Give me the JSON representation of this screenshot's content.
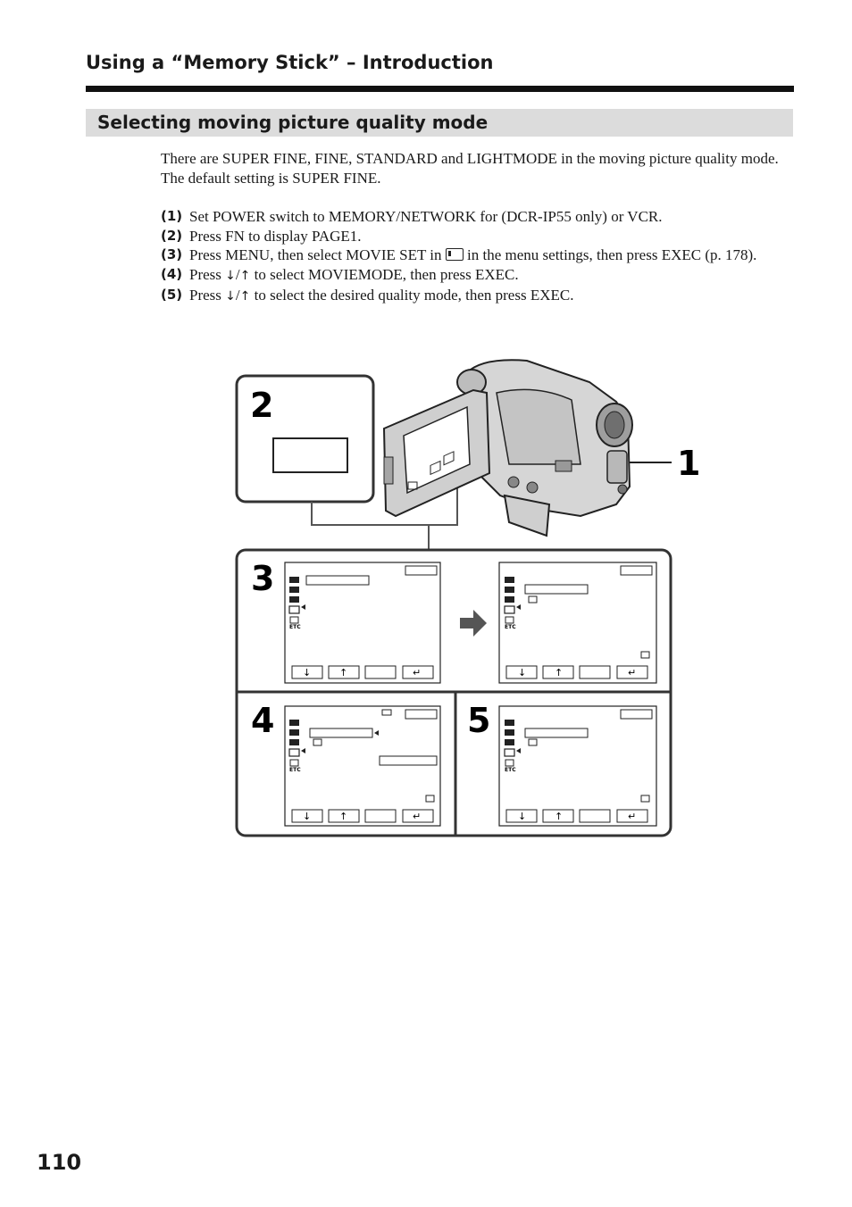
{
  "header": {
    "section_title": "Using a “Memory Stick” – Introduction"
  },
  "subheading": "Selecting moving picture quality mode",
  "intro": "There are SUPER FINE, FINE, STANDARD and LIGHTMODE in the moving picture quality mode. The default setting is SUPER FINE.",
  "steps": [
    {
      "num": "(1)",
      "text": "Set POWER switch to MEMORY/NETWORK for (DCR-IP55 only) or VCR."
    },
    {
      "num": "(2)",
      "text": "Press FN to display PAGE1."
    },
    {
      "num": "(3)",
      "pre": "Press MENU, then  select MOVIE SET in",
      "post": "in the menu settings, then press EXEC (p. 178)."
    },
    {
      "num": "(4)",
      "pre": "Press",
      "down": "↓",
      "sep": "/",
      "up": "↑",
      "post": "to select MOVIEMODE, then press EXEC."
    },
    {
      "num": "(5)",
      "pre": "Press",
      "down": "↓",
      "sep": "/",
      "up": "↑",
      "post": "to select the desired quality mode, then press EXEC."
    }
  ],
  "figure": {
    "callouts": {
      "c1": "1",
      "c2": "2",
      "c3": "3",
      "c4": "4",
      "c5": "5"
    },
    "menu_icons": {
      "etc": "ETC"
    },
    "buttons": {
      "down": "↓",
      "up": "↑",
      "return": "↵"
    }
  },
  "page_number": "110"
}
